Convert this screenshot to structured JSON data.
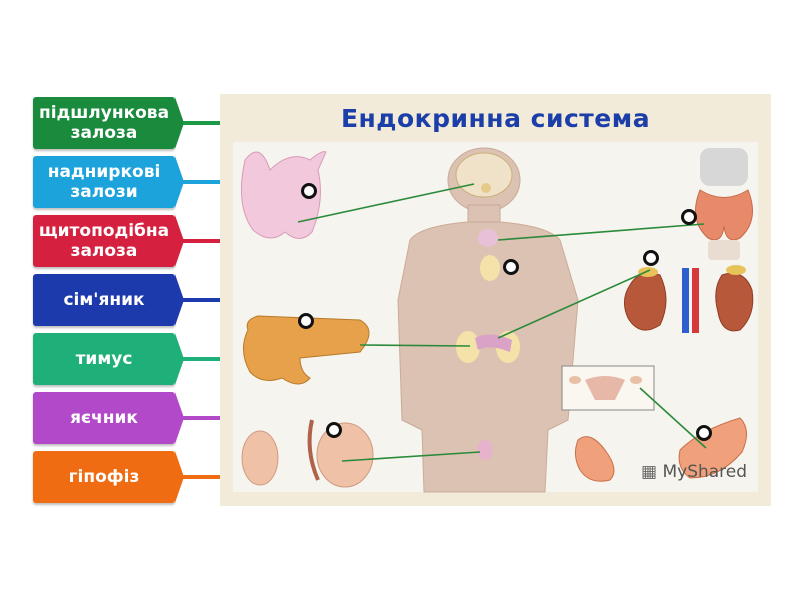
{
  "diagram": {
    "title": "Ендокринна система",
    "watermark": "MyShared"
  },
  "labels": [
    {
      "text": "підшлункова залоза",
      "color": "#1a8a3c",
      "dot": "#1a9a44"
    },
    {
      "text": "надниркові залози",
      "color": "#1ca3db",
      "dot": "#1ca3db"
    },
    {
      "text": "щитоподібна залоза",
      "color": "#d6203f",
      "dot": "#d6203f"
    },
    {
      "text": "сім'яник",
      "color": "#1d3aad",
      "dot": "#1d3aad"
    },
    {
      "text": "тимус",
      "color": "#1fb07a",
      "dot": "#1fb07a"
    },
    {
      "text": "яєчник",
      "color": "#b249c8",
      "dot": "#b249c8"
    },
    {
      "text": "гіпофіз",
      "color": "#ef6c12",
      "dot": "#ef6c12"
    }
  ]
}
